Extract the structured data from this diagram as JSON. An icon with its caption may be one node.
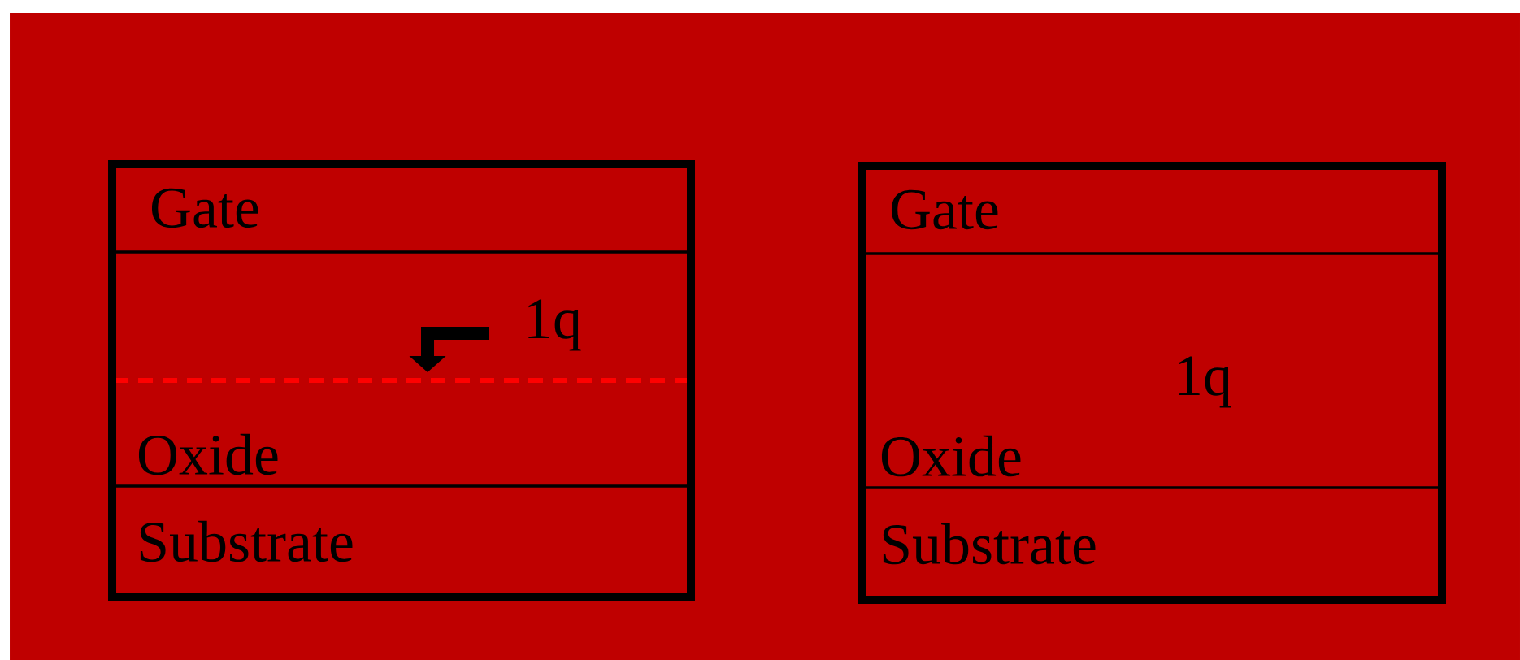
{
  "diagram": {
    "nodes": [
      {
        "text": [],
        "shape": "box"
      },
      {
        "text": [
          "Gate"
        ],
        "in": 0
      },
      {
        "text": [
          "Oxide"
        ],
        "in": 0
      },
      {
        "text": [
          "Substrate"
        ],
        "in": 0
      },
      {
        "text": [],
        "shape": "box"
      },
      {
        "text": [
          "Gate"
        ],
        "in": 4
      },
      {
        "text": [
          "Oxide"
        ],
        "in": 4
      },
      {
        "text": [
          "Substrate"
        ],
        "in": 4
      }
    ],
    "labels": [
      "1q",
      "1q"
    ]
  }
}
